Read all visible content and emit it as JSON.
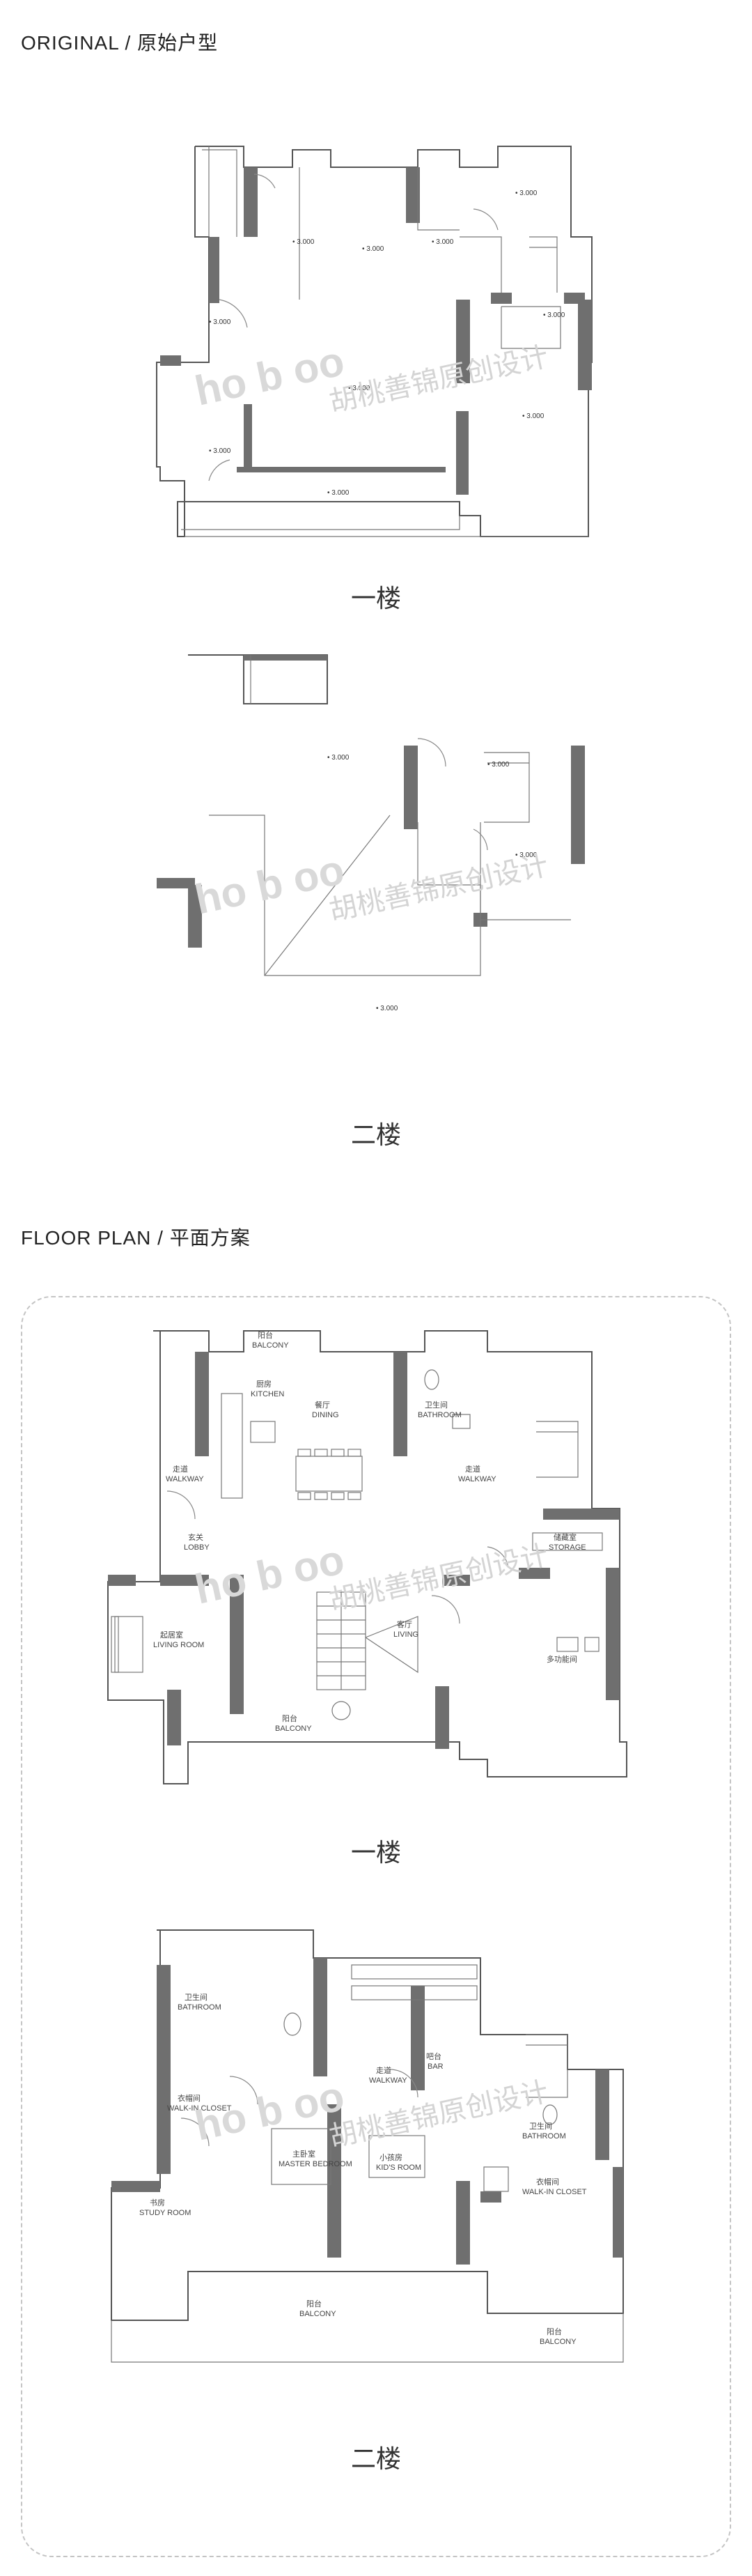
{
  "sections": {
    "original_title": "ORIGINAL / 原始户型",
    "floor_plan_title": "FLOOR PLAN / 平面方案"
  },
  "watermark": {
    "text": "胡桃善锦原创设计"
  },
  "floors": {
    "first": "一楼",
    "second": "二楼"
  },
  "plan1": {
    "rooms": [
      {
        "zh": "厨房",
        "en": "KITCHEN"
      },
      {
        "zh": "餐厅",
        "en": "DINING"
      },
      {
        "zh": "阳台",
        "en": "BALCONY"
      },
      {
        "zh": "卫生间",
        "en": "BATHROOM"
      },
      {
        "zh": "走道",
        "en": "WALKWAY"
      },
      {
        "zh": "走道",
        "en": "WALKWAY"
      },
      {
        "zh": "玄关",
        "en": "LOBBY"
      },
      {
        "zh": "储藏室",
        "en": "STORAGE"
      },
      {
        "zh": "起居室",
        "en": "LIVING ROOM"
      },
      {
        "zh": "客厅",
        "en": "LIVING"
      },
      {
        "zh": "阳台",
        "en": "BALCONY"
      },
      {
        "zh": "多功能间",
        "en": ""
      }
    ]
  },
  "plan2": {
    "rooms": [
      {
        "zh": "卫生间",
        "en": "BATHROOM"
      },
      {
        "zh": "衣帽间",
        "en": "WALK-IN CLOSET"
      },
      {
        "zh": "走道",
        "en": "WALKWAY"
      },
      {
        "zh": "吧台",
        "en": "BAR"
      },
      {
        "zh": "卫生间",
        "en": "BATHROOM"
      },
      {
        "zh": "主卧室",
        "en": "MASTER BEDROOM"
      },
      {
        "zh": "小孩房",
        "en": "KID'S ROOM"
      },
      {
        "zh": "书房",
        "en": "STUDY ROOM"
      },
      {
        "zh": "衣帽间",
        "en": "WALK-IN CLOSET"
      },
      {
        "zh": "阳台",
        "en": "BALCONY"
      },
      {
        "zh": "阳台",
        "en": "BALCONY"
      }
    ]
  }
}
